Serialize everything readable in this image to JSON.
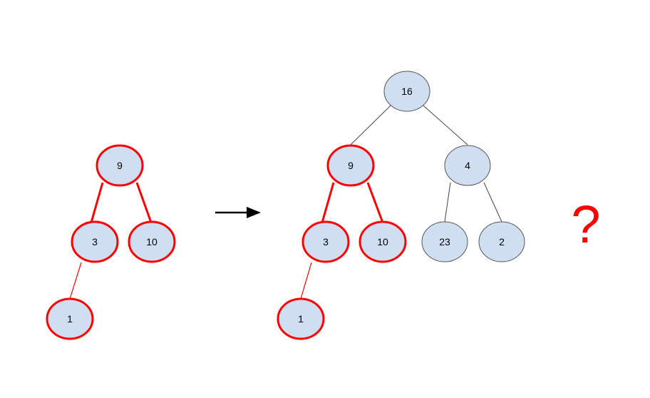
{
  "colors": {
    "node_fill": "#cfdff1",
    "highlight": "#ff0000",
    "plain_edge": "#444444",
    "plain_border": "#555555",
    "arrow": "#000000",
    "question": "#ff0000"
  },
  "left_tree": {
    "root": "9",
    "left": "3",
    "right": "10",
    "left_left": "1"
  },
  "right_tree": {
    "root": "16",
    "left": "9",
    "right": "4",
    "left_left": "3",
    "left_right": "10",
    "right_left": "23",
    "right_right": "2",
    "left_left_left": "1"
  },
  "question_mark": "?"
}
